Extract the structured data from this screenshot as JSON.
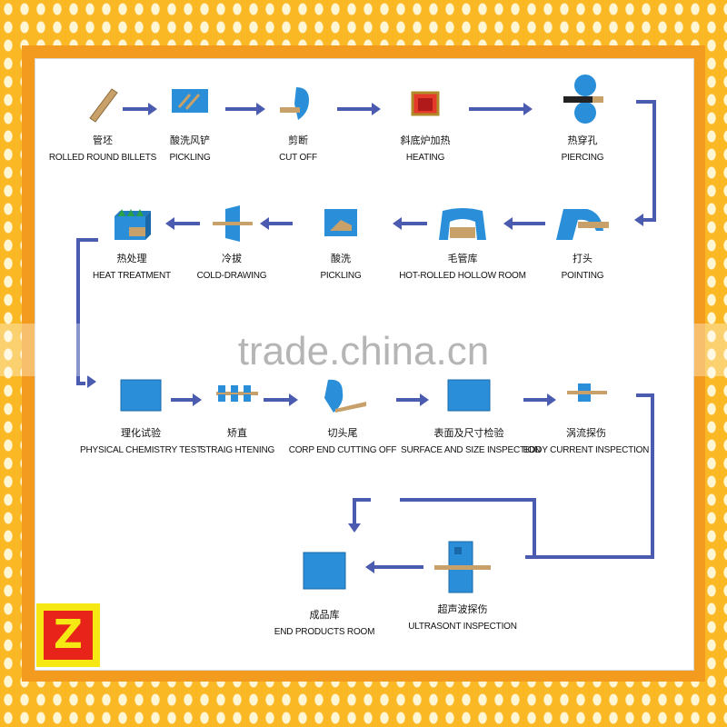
{
  "watermark": "trade.china.cn",
  "logo_text": "Z",
  "colors": {
    "arrow": "#4a5bb0",
    "icon_blue": "#2a8fd8",
    "billet": "#c8a06a",
    "background": "#f9b824"
  },
  "steps": [
    {
      "zh": "管坯",
      "en": "ROLLED ROUND BILLETS",
      "icon": "billet-icon"
    },
    {
      "zh": "酸洗风铲",
      "en": "PICKLING",
      "icon": "pickling-tank-icon"
    },
    {
      "zh": "剪断",
      "en": "CUT OFF",
      "icon": "cutter-icon"
    },
    {
      "zh": "斜底炉加热",
      "en": "HEATING",
      "icon": "furnace-icon"
    },
    {
      "zh": "热穿孔",
      "en": "PIERCING",
      "icon": "piercing-mill-icon"
    },
    {
      "zh": "打头",
      "en": "POINTING",
      "icon": "pointing-machine-icon"
    },
    {
      "zh": "毛管库",
      "en": "HOT-ROLLED HOLLOW ROOM",
      "icon": "hollow-store-icon"
    },
    {
      "zh": "酸洗",
      "en": "PICKLING",
      "icon": "pickling-tank-icon"
    },
    {
      "zh": "冷拔",
      "en": "COLD-DRAWING",
      "icon": "drawing-die-icon"
    },
    {
      "zh": "热处理",
      "en": "HEAT TREATMENT",
      "icon": "heat-treatment-furnace-icon"
    },
    {
      "zh": "理化试验",
      "en": "PHYSICAL CHEMISTRY TEST",
      "icon": "test-block-icon"
    },
    {
      "zh": "矫直",
      "en": "STRAIG HTENING",
      "icon": "straightener-icon"
    },
    {
      "zh": "切头尾",
      "en": "CORP END CUTTING OFF",
      "icon": "end-cutter-icon"
    },
    {
      "zh": "表面及尺寸检验",
      "en": "SURFACE AND SIZE INSPECTION",
      "icon": "inspection-block-icon"
    },
    {
      "zh": "涡流探伤",
      "en": "EDDY CURRENT INSPECTION",
      "icon": "eddy-current-probe-icon"
    },
    {
      "zh": "超声波探伤",
      "en": "ULTRASONT INSPECTION",
      "icon": "ultrasonic-tester-icon"
    },
    {
      "zh": "成品库",
      "en": "END PRODUCTS ROOM",
      "icon": "warehouse-icon"
    }
  ]
}
